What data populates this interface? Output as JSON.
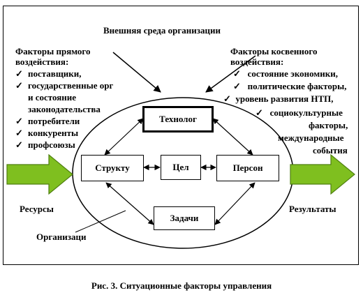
{
  "title": "Внешняя среда организации",
  "direct_factors": {
    "heading_line1": "Факторы прямого",
    "heading_line2": "воздействия:",
    "items": [
      "поставщики,",
      "государственные органы",
      "и состояние",
      "законодательства",
      "потребители",
      "конкуренты",
      "профсоюзы"
    ]
  },
  "indirect_factors": {
    "heading_line1": "Факторы косвенного",
    "heading_line2": "воздействия:",
    "items": [
      "состояние экономики,",
      "политические факторы,",
      "уровень  развития НТП,",
      "социокультурные",
      "факторы,",
      "международные",
      "события"
    ]
  },
  "boxes": {
    "technology": "Технолог",
    "structure": "Структу",
    "goals": "Цел",
    "personnel": "Персон",
    "tasks": "Задачи"
  },
  "labels": {
    "resources": "Ресурсы",
    "results": "Результаты",
    "organization": "Организаци"
  },
  "bullet_symbol": "✓",
  "caption": "Рис. 3. Ситуационные факторы управления",
  "colors": {
    "arrow_fill": "#7fbf1f",
    "arrow_stroke": "#4f7f10",
    "line": "#000000"
  }
}
